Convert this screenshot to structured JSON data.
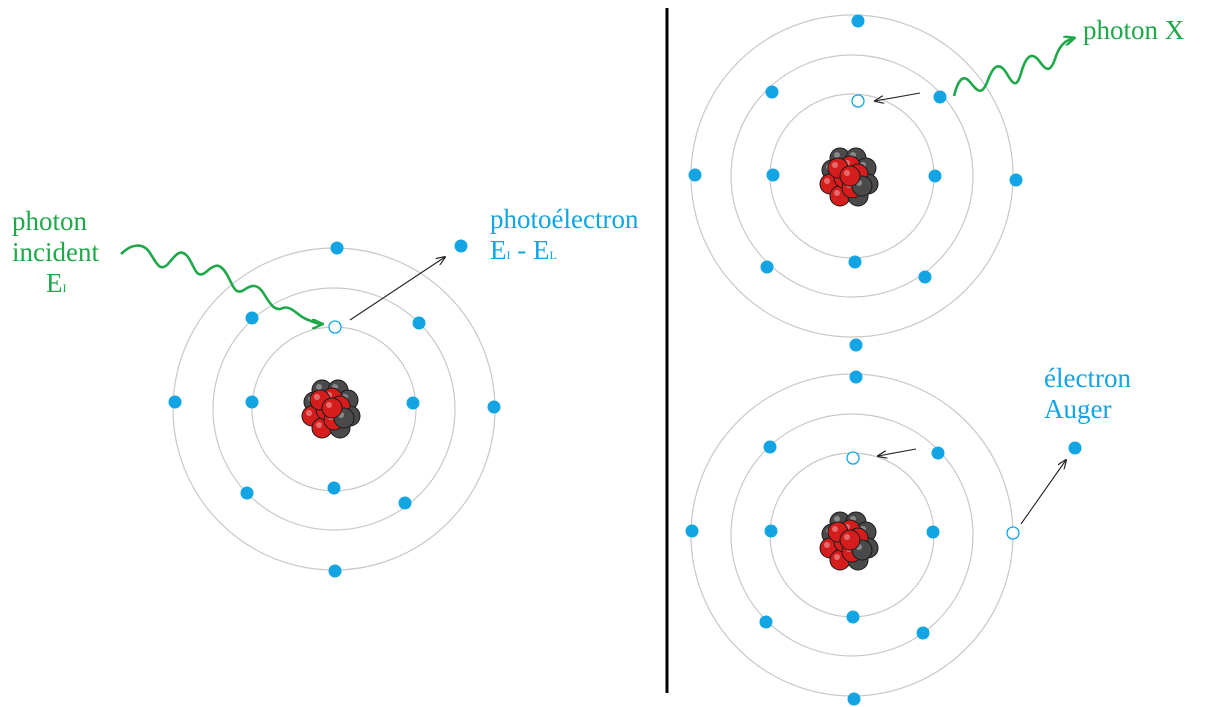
{
  "colors": {
    "photon": "#1fa84a",
    "electron": "#12a4e3",
    "orbit": "#c8c8c8",
    "arrow": "#222222",
    "divider": "#000000",
    "proton": "#d61d1d",
    "neutron": "#4a4a4a"
  },
  "left_panel": {
    "incident_label": {
      "line1": "photon",
      "line2": "incident",
      "energy_main": "E",
      "energy_sub": "I"
    },
    "photoelectron_label": {
      "line1": "photoélectron",
      "e1": "E",
      "e1_sub": "I",
      "sep": " - ",
      "e2": "E",
      "e2_sub": "L"
    }
  },
  "right_top_panel": {
    "photon_label": "photon X"
  },
  "right_bottom_panel": {
    "auger_label": {
      "line1": "électron",
      "line2": "Auger"
    }
  }
}
